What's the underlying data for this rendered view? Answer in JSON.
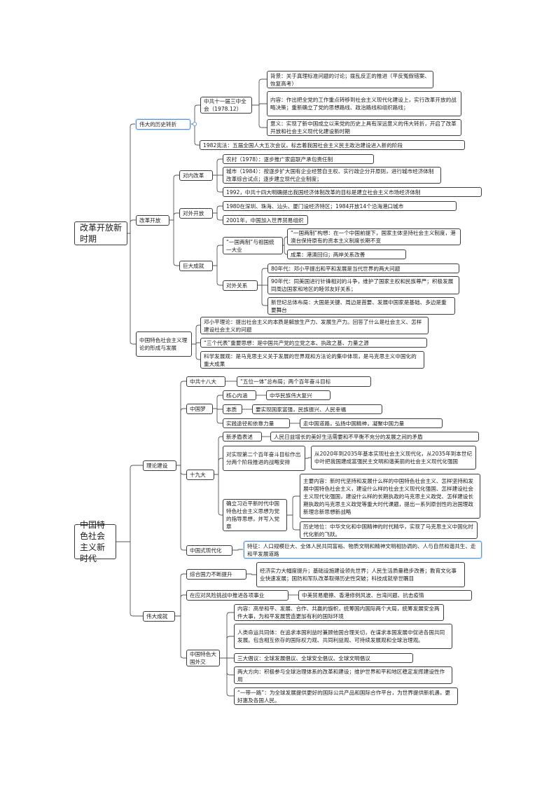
{
  "colors": {
    "line": "#555555",
    "border": "#3d3d3d",
    "selected": "#5b95d9"
  },
  "nodes": {
    "n1": "改革开放新时期",
    "n2": "伟大的历史转折",
    "n3": "中共十一届三中全会（1978.12）",
    "n4": "背景：关于真理标准问题的讨论；拨乱反正的推进（平反冤假错案、恢复高考）",
    "n5": "内容：作出把全党的工作重点转移到社会主义现代化建设上，实行改革开放的战略决策；重新确立了党的思想路线、政治路线和组织路线；",
    "n6": "意义：实现了新中国成立以来党的历史上具有深远意义的伟大转折，开启了改革开放和社会主义现代化建设新时期",
    "n7": "1982宪法：五届全国人大五次会议，标志着我国社会主义民主政治建设进入新的阶段",
    "n8": "改革开放",
    "n9": "对内改革",
    "n10": "农村（1978）：逐步推广家庭联产承包责任制",
    "n11": "城市（1984）：按逐步扩大国有企业经营自主权、实行政企分开原则，进行城市经济体制改革综合试点；逐步建立现代企业制度；",
    "n12": "1992，中共十四大明确提出我国经济体制改革的目标是建立社会主义市场经济体制",
    "n13": "对外开放",
    "n14": "1980在深圳、珠海、汕头、厦门设经济特区；1984开放14个沿海港口城市",
    "n15": "2001年，中国加入世界贸易组织",
    "n16": "巨大成就",
    "n17": "“一国两制”与祖国统一大业",
    "n18": "“一国两制”构想：在一个中国前提下，国家主体坚持社会主义制度，港澳台保持原有的资本主义制度长期不变",
    "n19": "成果：港澳回归；两岸关系改善",
    "n20": "对外关系",
    "n21": "80年代：邓小平提出和平和发展是当代世界的两大问题",
    "n22": "90年代：同美国进行针锋相对的斗争，维护了国家主权和民族尊严；积极发展同周边国家和地区的睦邻友好关系；",
    "n23": "新世纪总体布局：大国是关键、周边是首要、发展中国家是基础、多边是重要舞台",
    "n24": "中国特色社会主义理论的形成与发展",
    "n25": "邓小平理论：提出社会主义的本质是解放生产力、发展生产力。回答了什么是社会主义、怎样建设社会主义的问题",
    "n26": "“三个代表”重要思想：是中国共产党的立党之本、执政之基、力量之源",
    "n27": "科学发展观：是马克思主义关于发展的世界观和方法论的集中体现，是马克思主义中国化的重大成果",
    "n28": "中国特色社会主义新时代",
    "n29": "理论建设",
    "n30": "中共十八大",
    "n31": "“五位一体”总布局；两个百年奋斗目标",
    "n32": "中国梦",
    "n33": "核心内涵",
    "n34": "中华民族伟大复兴",
    "n35": "本质",
    "n36": "要实现国家富强，民族振兴、人民幸福",
    "n37": "实践途径和依靠力量",
    "n38": "走中国道路，弘扬中国精神，凝聚中国力量",
    "n39": "十九大",
    "n40": "新矛盾表述",
    "n41": "人民日益增长的美好生活需要和不平衡不充分的发展之间的矛盾",
    "n42": "对实现第二个百年奋斗目标作出分两个阶段推进的战略安排",
    "n43": "从2020年到2035年基本实现社会主义现代化，从2035年到本世纪中叶把我国建成富强民主文明和谐美丽的社会主义现代化强国",
    "n44": "确立习近平新时代中国特色社会主义思想为党的指导思想，并写入党章",
    "n45": "主要内容：新时代坚持和发展什么样的中国特色社会主义、怎样坚持和发展中国特色社会主义，建设什么样的社会主义现代化强国、怎样建设社会主义现代化强国，建设什么样的长期执政的马克思主义政党、怎样建设长期执政的马克思主义政党等重大时代课题，提出一系列原创性的治国理政新理念新思想新战略",
    "n46": "历史地位：中华文化和中国精神的时代精华，实现了马克思主义中国化时代化新的飞跃。",
    "n47": "中国式现代化",
    "n48": "特征：人口规模巨大、全体人民共同富裕、物质文明和精神文明相协调的、人与自然和谐共生、走和平发展道路",
    "n49": "伟大成就",
    "n50": "综合国力不断提升",
    "n51": "经济实力大幅度提升；基础设施建设领先世界；人民生活质量稳步改善；教育文化事业快速发展；国防和军队改革取得历史性突破；科技成就举世瞩目",
    "n52": "在应对风险挑战中推进各项事业",
    "n53": "中美贸易磨擦、香港修例风波、台湾问题、抗击疫情",
    "n54": "中国特色大国外交",
    "n55": "内容：高举和平、发展、合作、共赢的旗帜，统筹国内国际两个大局，统筹发展安全两件大事，为和平发展营造更加有利的国际环境",
    "n56": "人类命运共同体：在追求本国利益时兼顾他国合理关切，在谋求本国发展中促进各国共同发展。包含相互依存的国际权力观、共同利益观、可持续发展观和全球治理观。",
    "n57": "三大倡议：全球发展倡议、全球安全倡议、全球文明倡议",
    "n58": "两大方向：积极参与全球治理体系的改革和建设；维护世界和平和地区稳定发挥建设性作用",
    "n59": "“一带一路”：为全球发展提供更好的国际公共产品和国际合作平台，为世界提供新机遇，更好惠及各国人民。"
  }
}
